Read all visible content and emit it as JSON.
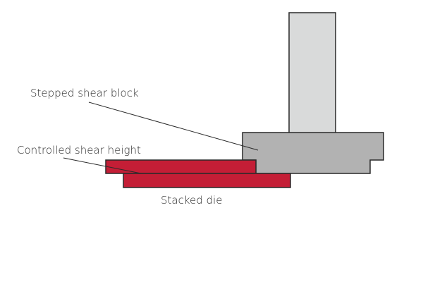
{
  "labels": {
    "stepped_shear_block": "Stepped shear block",
    "controlled_shear_height": "Controlled shear height",
    "stacked_die": "Stacked die"
  },
  "colors": {
    "shaft": "#d9dada",
    "block": "#b2b2b2",
    "die": "#c41e36",
    "outline": "#2a2a2a"
  }
}
